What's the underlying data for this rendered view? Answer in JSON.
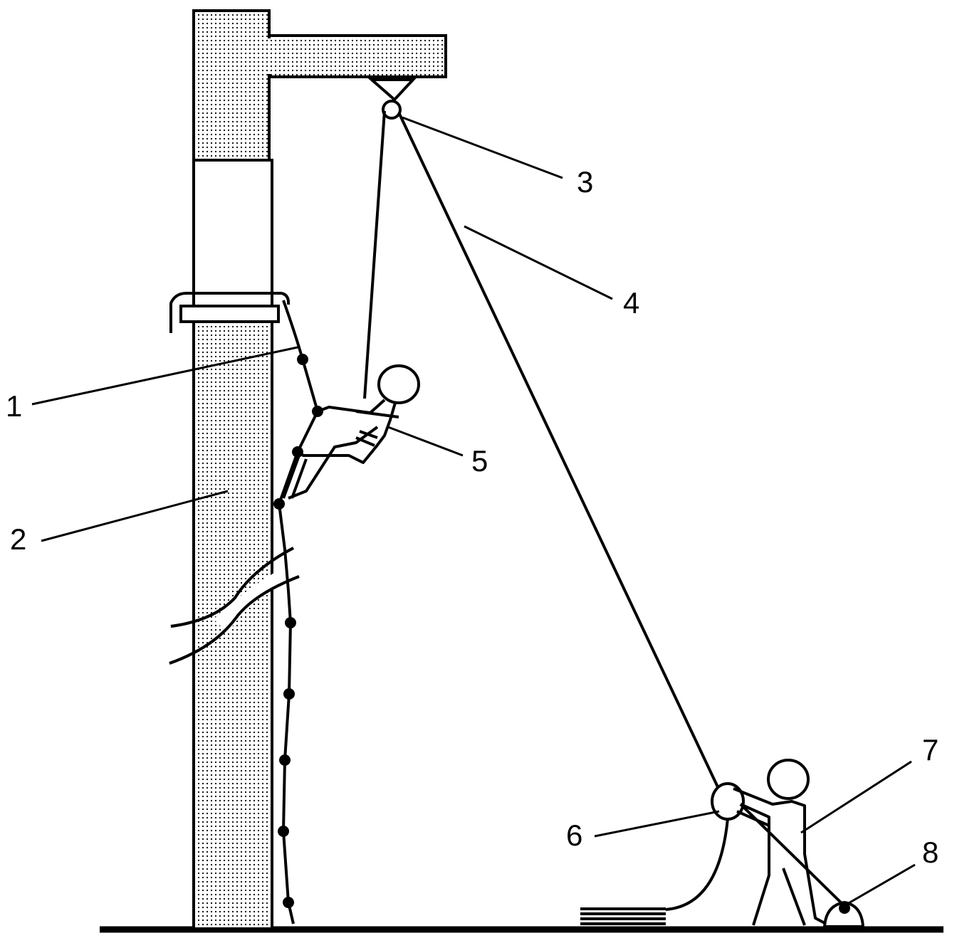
{
  "diagram": {
    "labels": [
      {
        "id": "1",
        "text": "1"
      },
      {
        "id": "2",
        "text": "2"
      },
      {
        "id": "3",
        "text": "3"
      },
      {
        "id": "4",
        "text": "4"
      },
      {
        "id": "5",
        "text": "5"
      },
      {
        "id": "6",
        "text": "6"
      },
      {
        "id": "7",
        "text": "7"
      },
      {
        "id": "8",
        "text": "8"
      }
    ],
    "colors": {
      "line": "#000000",
      "background": "#ffffff",
      "stipple": "#000000"
    }
  }
}
